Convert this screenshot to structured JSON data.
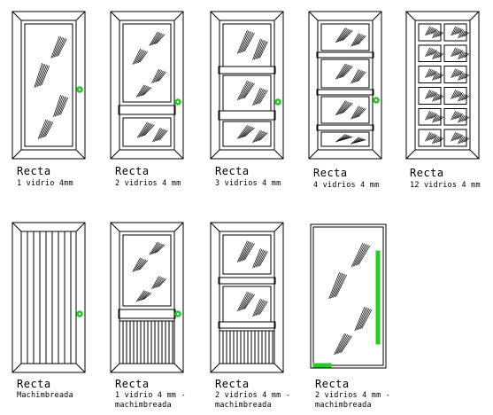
{
  "colors": {
    "line": "#000000",
    "handle": "#22cc22",
    "background": "#ffffff"
  },
  "doors": [
    {
      "id": "d1",
      "title": "Recta",
      "lines": [
        "1 vidrio 4mm"
      ]
    },
    {
      "id": "d2",
      "title": "Recta",
      "lines": [
        "2 vidrios 4 mm"
      ]
    },
    {
      "id": "d3",
      "title": "Recta",
      "lines": [
        "3 vidrios 4 mm"
      ]
    },
    {
      "id": "d4",
      "title": "Recta",
      "lines": [
        "4 vidrios 4 mm"
      ]
    },
    {
      "id": "d5",
      "title": "Recta",
      "lines": [
        "12 vidrios 4 mm"
      ]
    },
    {
      "id": "d6",
      "title": "Recta",
      "lines": [
        "Machimbreada"
      ]
    },
    {
      "id": "d7",
      "title": "Recta",
      "lines": [
        "1 vidrio 4 mm -",
        "machimbreada"
      ]
    },
    {
      "id": "d8",
      "title": "Recta",
      "lines": [
        "2 vidrios 4 mm -",
        "machimbreada"
      ]
    },
    {
      "id": "d9",
      "title": "Recta",
      "lines": [
        "2 vidrios 4 mm -",
        "machimbreada"
      ]
    }
  ]
}
